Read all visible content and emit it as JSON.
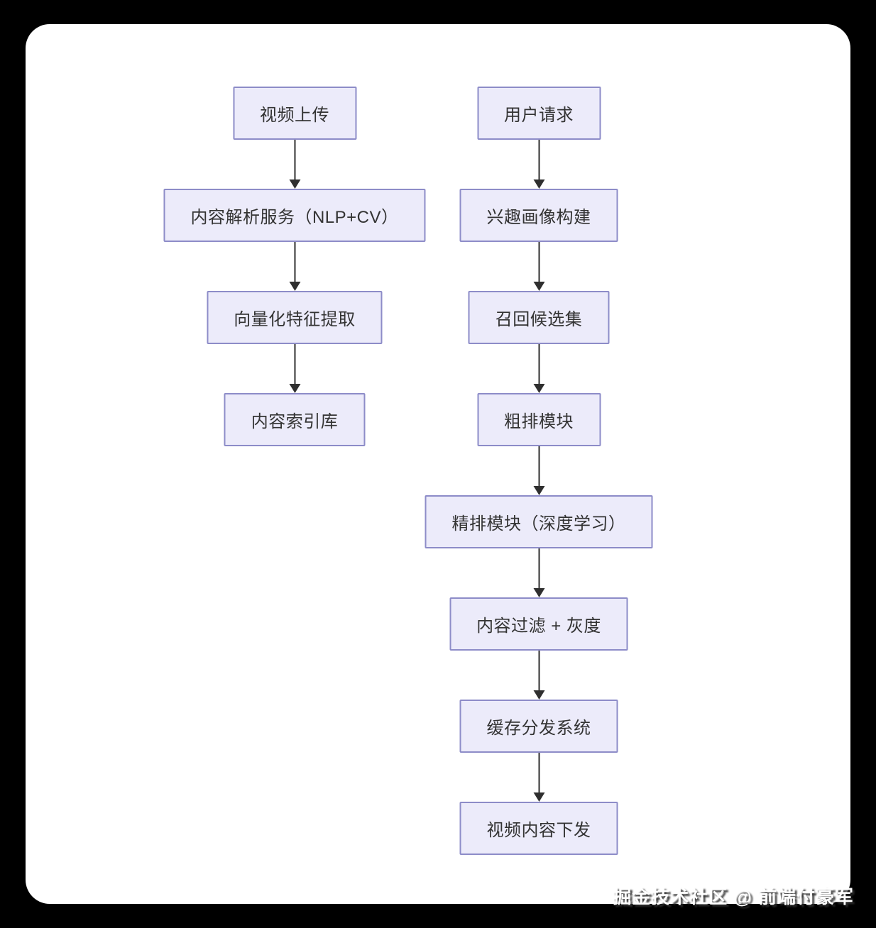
{
  "colors": {
    "page_background": "#000000",
    "card_background": "#ffffff",
    "node_fill": "#ECEBFA",
    "node_border": "#8D8CC8",
    "node_text": "#333333",
    "arrow": "#2F2F2F",
    "watermark_text": "#FFFFFF"
  },
  "flowchart": {
    "left_column": {
      "nodes": [
        {
          "label": "视频上传"
        },
        {
          "label": "内容解析服务（NLP+CV）"
        },
        {
          "label": "向量化特征提取"
        },
        {
          "label": "内容索引库"
        }
      ]
    },
    "right_column": {
      "nodes": [
        {
          "label": "用户请求"
        },
        {
          "label": "兴趣画像构建"
        },
        {
          "label": "召回候选集"
        },
        {
          "label": "粗排模块"
        },
        {
          "label": "精排模块（深度学习）"
        },
        {
          "label": "内容过滤 + 灰度"
        },
        {
          "label": "缓存分发系统"
        },
        {
          "label": "视频内容下发"
        }
      ]
    }
  },
  "watermark": {
    "text": "掘金技术社区 @ 前端付豪军"
  }
}
